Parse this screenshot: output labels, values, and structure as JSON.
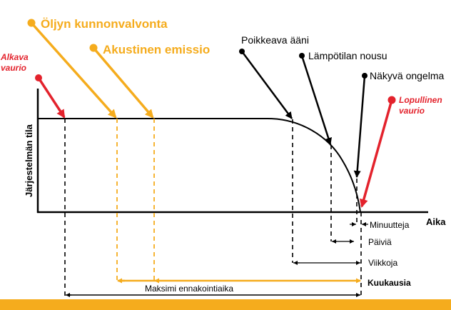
{
  "colors": {
    "orange": "#F5AC1D",
    "red": "#E3222C",
    "black": "#000000",
    "bar": "#F5AC1D"
  },
  "labels": {
    "oil_monitoring": "Öljyn kunnonvalvonta",
    "acoustic_emission": "Akustinen emissio",
    "initial_damage": [
      "Alkava",
      "vaurio"
    ],
    "abnormal_sound": "Poikkeava ääni",
    "temperature_rise": "Lämpötilan nousu",
    "visible_problem": "Näkyvä ongelma",
    "final_damage": [
      "Lopullinen",
      "vaurio"
    ],
    "y_axis": "Järjestelmän tila",
    "x_axis": "Aika",
    "minutes": "Minuutteja",
    "days": "Päiviä",
    "weeks": "Viikkoja",
    "months": "Kuukausia",
    "max_prediction_time": "Maksimi ennakointiaika"
  }
}
